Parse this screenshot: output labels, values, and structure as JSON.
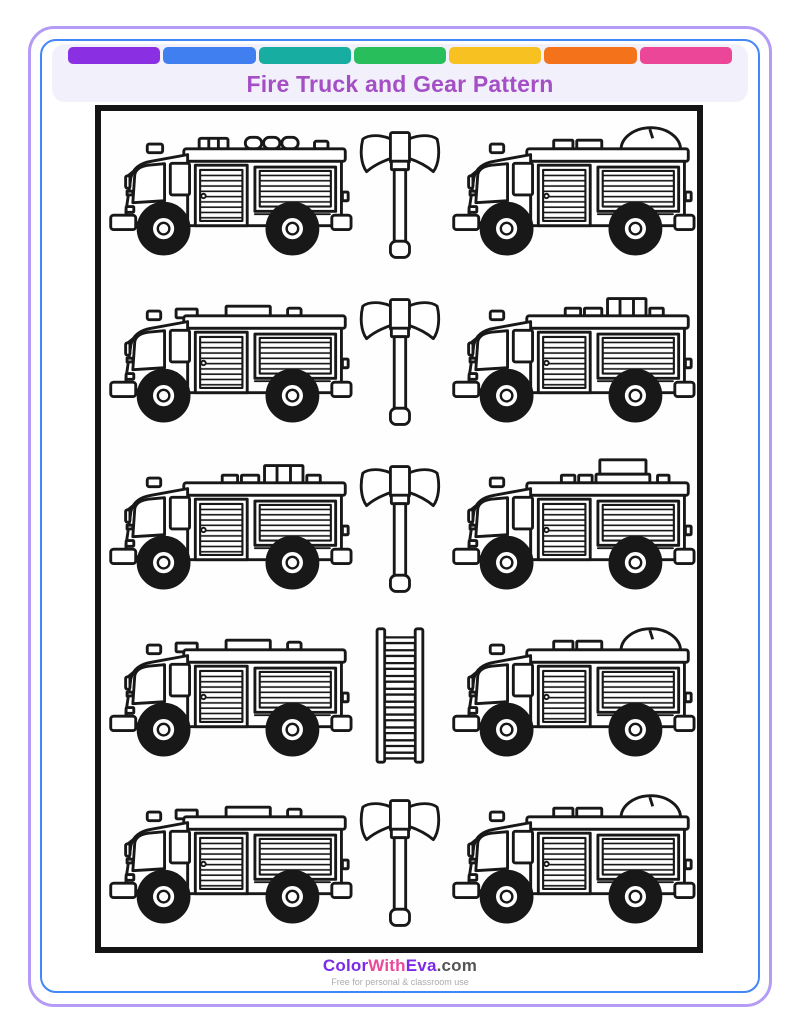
{
  "page": {
    "title": "Fire Truck and Gear Pattern"
  },
  "header": {
    "rainbow_colors": [
      "#8B2FE2",
      "#3F7FF0",
      "#17ADA0",
      "#27BE5B",
      "#F7C122",
      "#F4731A",
      "#EC4699"
    ]
  },
  "pattern_grid": {
    "rows": [
      {
        "cells": [
          {
            "item": "fire-truck",
            "variant": "lightbar-beacons"
          },
          {
            "item": "fire-axe"
          },
          {
            "item": "fire-truck",
            "variant": "dome-rear"
          }
        ]
      },
      {
        "cells": [
          {
            "item": "fire-truck",
            "variant": "box-beacons"
          },
          {
            "item": "fire-axe"
          },
          {
            "item": "fire-truck",
            "variant": "stacked-boxes"
          }
        ]
      },
      {
        "cells": [
          {
            "item": "fire-truck",
            "variant": "stacked-boxes"
          },
          {
            "item": "fire-axe"
          },
          {
            "item": "fire-truck",
            "variant": "big-boxes"
          }
        ]
      },
      {
        "cells": [
          {
            "item": "fire-truck",
            "variant": "box-beacons"
          },
          {
            "item": "ladder"
          },
          {
            "item": "fire-truck",
            "variant": "dome-rear"
          }
        ]
      },
      {
        "cells": [
          {
            "item": "fire-truck",
            "variant": "box-beacons"
          },
          {
            "item": "fire-axe"
          },
          {
            "item": "fire-truck",
            "variant": "dome-rear"
          }
        ]
      }
    ]
  },
  "footer": {
    "brand_parts": [
      {
        "text": "Color",
        "color": "#7C2AE8"
      },
      {
        "text": "With",
        "color": "#EC4899"
      },
      {
        "text": "Eva",
        "color": "#7C2AE8"
      },
      {
        "text": ".com",
        "color": "#555555"
      }
    ],
    "tagline": "Free for personal & classroom use"
  }
}
